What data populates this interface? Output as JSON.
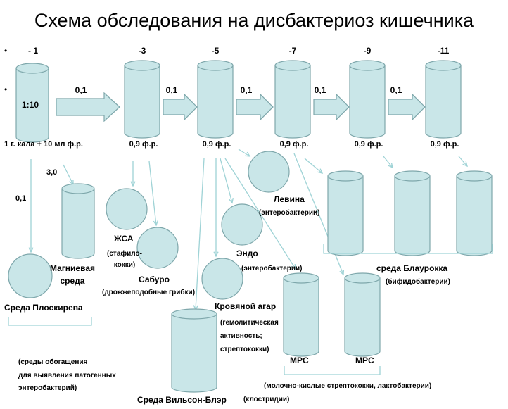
{
  "title": "Схема обследования на дисбактериоз кишечника",
  "colors": {
    "fill": "#c9e6e8",
    "stroke": "#7ea7ab",
    "line": "#9fd3d6"
  },
  "bullets": [
    "•",
    "•"
  ],
  "dilutions": [
    "- 1",
    "-3",
    "-5",
    "-7",
    "-9",
    "-11"
  ],
  "transfer": [
    "0,1",
    "0,1",
    "0,1",
    "0,1",
    "0,1"
  ],
  "first_tube_label": "1:10",
  "tube_contents": [
    "1 г. кала + 10 мл ф.р.",
    "0,9 ф.р.",
    "0,9 ф.р.",
    "0,9 ф.р.",
    "0,9 ф.р.",
    "0,9 ф.р."
  ],
  "volumes": {
    "ploskireva": "0,1",
    "magnesium": "3,0"
  },
  "media": {
    "ploskireva": "Среда Плоскирева",
    "magnesium": "Магниевая\nсреда",
    "zhsa": "ЖСА",
    "zhsa_note": "(стафило-\nкокки)",
    "saburo": "Сабуро",
    "saburo_note": "(дрожжеподобные грибки)",
    "levin": "Левина",
    "levin_note": "(энтеробактерии)",
    "endo": "Эндо",
    "endo_note": "(энтеробактерии)",
    "blood": "Кровяной агар",
    "blood_note": "(гемолитическая\nактивность;\nстрептококки)",
    "wilson": "Среда Вильсон-Блэр",
    "wilson_note": "(клостридии)",
    "blaurock": "среда Блаурокка",
    "blaurock_note": "(бифидобактерии)",
    "mrs1": "MPC",
    "mrs2": "MPC",
    "mrs_note": "(молочно-кислые стрептококки, лактобактерии)",
    "enrichment_note": "(среды обогащения\nдля выявления патогенных\nэнтеробактерий)"
  }
}
